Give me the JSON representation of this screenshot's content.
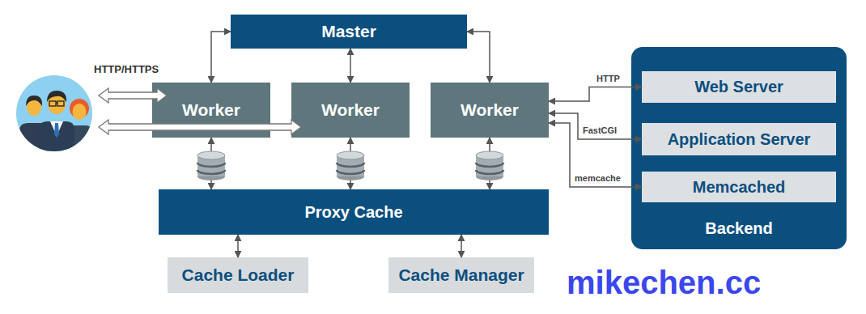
{
  "diagram": {
    "nodes": [
      {
        "text": [
          "Master"
        ]
      },
      {
        "text": [
          "Worker"
        ]
      },
      {
        "text": [
          "Worker"
        ]
      },
      {
        "text": [
          "Worker"
        ]
      },
      {
        "text": [
          "Proxy Cache"
        ]
      },
      {
        "text": [
          "Cache Loader"
        ]
      },
      {
        "text": [
          "Cache Manager"
        ]
      },
      {
        "text": [
          "Backend"
        ]
      },
      {
        "text": [
          "Web Server"
        ],
        "in": 7
      },
      {
        "text": [
          "Application Server"
        ],
        "in": 7
      },
      {
        "text": [
          "Memcached"
        ],
        "in": 7
      }
    ],
    "edges": [
      {
        "from": 0,
        "to": 1,
        "arrow": "both"
      },
      {
        "from": 0,
        "to": 2,
        "arrow": "both"
      },
      {
        "from": 0,
        "to": 3,
        "arrow": "both"
      },
      {
        "from": 1,
        "to": 4,
        "arrow": "both"
      },
      {
        "from": 2,
        "to": 4,
        "arrow": "both"
      },
      {
        "from": 3,
        "to": 4,
        "arrow": "both"
      },
      {
        "from": 4,
        "to": 5,
        "arrow": "both"
      },
      {
        "from": 4,
        "to": 6,
        "arrow": "both"
      },
      {
        "from": 3,
        "to": 8,
        "label": "HTTP",
        "arrow": "both"
      },
      {
        "from": 3,
        "to": 9,
        "label": "FastCGI",
        "arrow": "both"
      },
      {
        "from": 3,
        "to": 10,
        "label": "memcache",
        "arrow": "both"
      }
    ],
    "labels": [
      "HTTP/HTTPS",
      "mikechen.cc"
    ]
  }
}
